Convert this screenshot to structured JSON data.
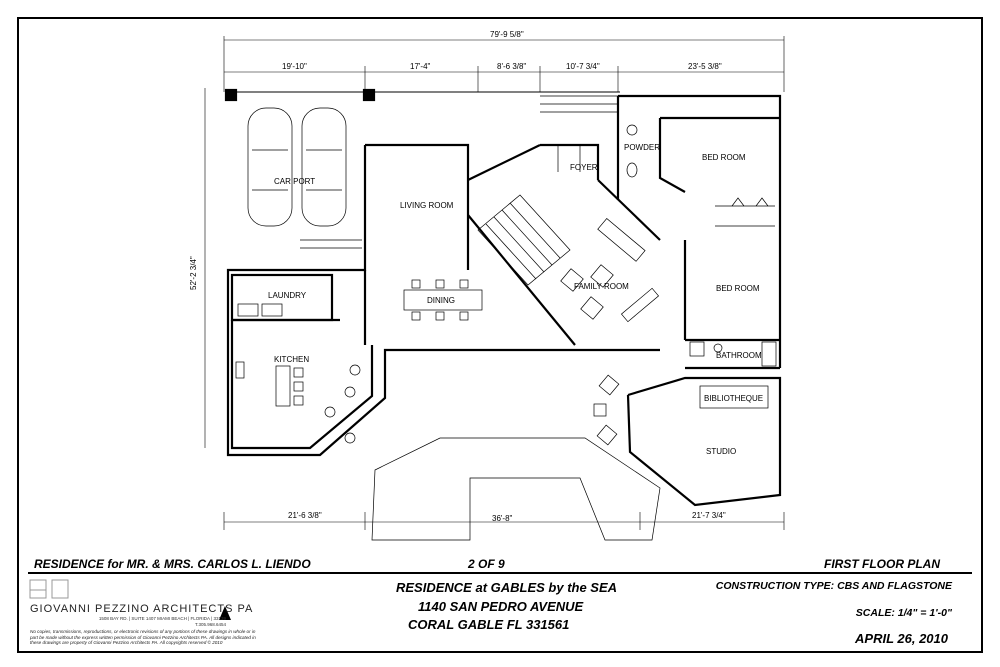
{
  "dimensions": {
    "overall_top": "79'-9 5/8\"",
    "top_segments": [
      "19'-10\"",
      "17'-4\"",
      "8'-6 3/8\"",
      "10'-7 3/4\"",
      "23'-5 3/8\""
    ],
    "left_height": "52'-2 3/4\"",
    "bottom_segments": [
      "21'-6 3/8\"",
      "36'-8\"",
      "21'-7 3/4\""
    ]
  },
  "rooms": {
    "car_port": "CAR PORT",
    "living_room": "LIVING ROOM",
    "foyer": "FOYER",
    "powder": "POWDER",
    "bed_room_1": "BED ROOM",
    "bed_room_2": "BED ROOM",
    "laundry": "LAUNDRY",
    "dining": "DINING",
    "family_room": "FAMILY ROOM",
    "kitchen": "KITCHEN",
    "bathroom": "BATHROOM",
    "bibliotheque": "BIBLIOTHEQUE",
    "studio": "STUDIO"
  },
  "title_block": {
    "client": "RESIDENCE for MR. & MRS. CARLOS L. LIENDO",
    "sheet": "2 OF 9",
    "plan_name": "FIRST FLOOR PLAN",
    "project_line1": "RESIDENCE at GABLES by the SEA",
    "project_line2": "1140 SAN PEDRO AVENUE",
    "project_line3": "CORAL GABLE FL 331561",
    "construction": "CONSTRUCTION TYPE: CBS AND FLAGSTONE",
    "scale": "SCALE: 1/4\" = 1'-0\"",
    "date": "APRIL 26, 2010",
    "firm": "GIOVANNI PEZZINO ARCHITECTS PA",
    "firm_address": "1508 BAY RD. | SUITE 1407 MIAMI BEACH | FLORIDA | 33139 T.305.968.6454",
    "copyright": "No copies, transmissions, reproductions, or electronic revisions of any portions of these drawings in whole or in part be made without the express written permission of Giovanni Pezzino Architects PA. All designs indicated in these drawings are property of Giovanni Pezzino Architects PA. All copyrights reserved © 2010"
  },
  "colors": {
    "line": "#000000",
    "paper": "#ffffff"
  }
}
